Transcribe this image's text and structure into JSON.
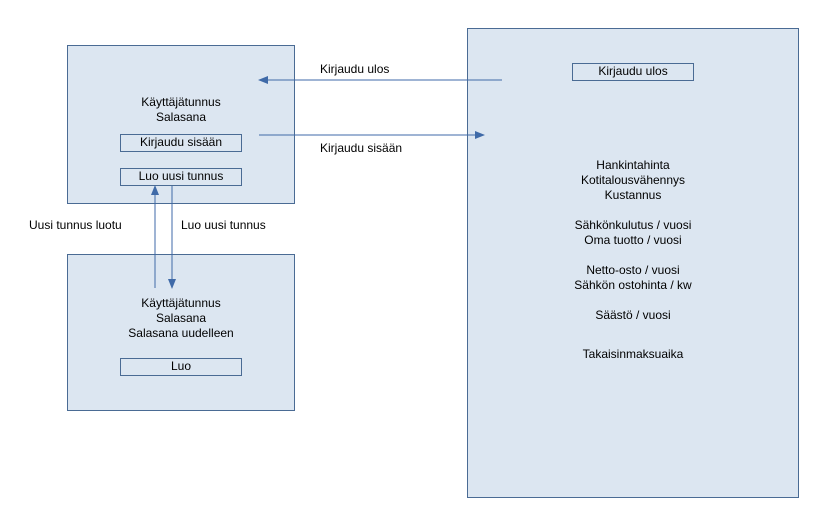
{
  "login_view": {
    "username_label": "Käyttäjätunnus",
    "password_label": "Salasana",
    "login_button": "Kirjaudu sisään",
    "create_account_button": "Luo uusi tunnus"
  },
  "register_view": {
    "username_label": "Käyttäjätunnus",
    "password_label": "Salasana",
    "password_again_label": "Salasana uudelleen",
    "create_button": "Luo"
  },
  "main_view": {
    "logout_button": "Kirjaudu ulos",
    "fields": {
      "purchase_price": "Hankintahinta",
      "household_deduction": "Kotitalousvähennys",
      "cost": "Kustannus",
      "electricity_consumption": "Sähkönkulutus / vuosi",
      "own_production": "Oma tuotto / vuosi",
      "net_purchase": "Netto-osto / vuosi",
      "electricity_price": "Sähkön ostohinta / kw",
      "savings": "Säästö / vuosi",
      "payback_time": "Takaisinmaksuaika"
    }
  },
  "transitions": {
    "logout": "Kirjaudu ulos",
    "login": "Kirjaudu sisään",
    "account_created": "Uusi tunnus luotu",
    "create_account": "Luo uusi tunnus"
  },
  "colors": {
    "panel_fill": "#dce6f1",
    "panel_border": "#4a6b94",
    "arrow": "#3f6aa8"
  }
}
